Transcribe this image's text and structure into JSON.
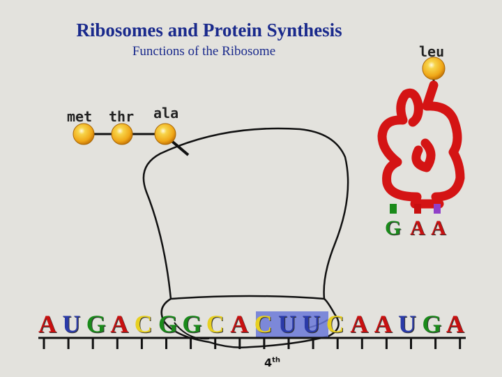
{
  "title": "Ribosomes and Protein Synthesis",
  "subtitle": "Functions of the Ribosome",
  "amino_acids": [
    {
      "label": "met"
    },
    {
      "label": "thr"
    },
    {
      "label": "ala"
    },
    {
      "label": "leu"
    }
  ],
  "mrna": [
    {
      "base": "A",
      "color": "#c81010"
    },
    {
      "base": "U",
      "color": "#2a3aa8"
    },
    {
      "base": "G",
      "color": "#1a8a1a"
    },
    {
      "base": "A",
      "color": "#c81010"
    },
    {
      "base": "C",
      "color": "#e8d020"
    },
    {
      "base": "G",
      "color": "#1a8a1a"
    },
    {
      "base": "G",
      "color": "#1a8a1a"
    },
    {
      "base": "C",
      "color": "#e8d020"
    },
    {
      "base": "A",
      "color": "#c81010"
    },
    {
      "base": "C",
      "color": "#e8d020"
    },
    {
      "base": "U",
      "color": "#2a3aa8"
    },
    {
      "base": "U",
      "color": "#2a3aa8"
    },
    {
      "base": "C",
      "color": "#e8d020"
    },
    {
      "base": "A",
      "color": "#c81010"
    },
    {
      "base": "A",
      "color": "#c81010"
    },
    {
      "base": "U",
      "color": "#2a3aa8"
    },
    {
      "base": "G",
      "color": "#1a8a1a"
    },
    {
      "base": "A",
      "color": "#c81010"
    }
  ],
  "anticodon": [
    {
      "base": "G",
      "color": "#1a8a1a"
    },
    {
      "base": "A",
      "color": "#c81010"
    },
    {
      "base": "A",
      "color": "#c81010"
    }
  ],
  "codon_label": {
    "number": "4",
    "suffix": "th"
  },
  "colors": {
    "title": "#1a2a8c",
    "trna": "#d41414",
    "highlight": "#6a78d8",
    "amino_acid": "#f2b418"
  }
}
